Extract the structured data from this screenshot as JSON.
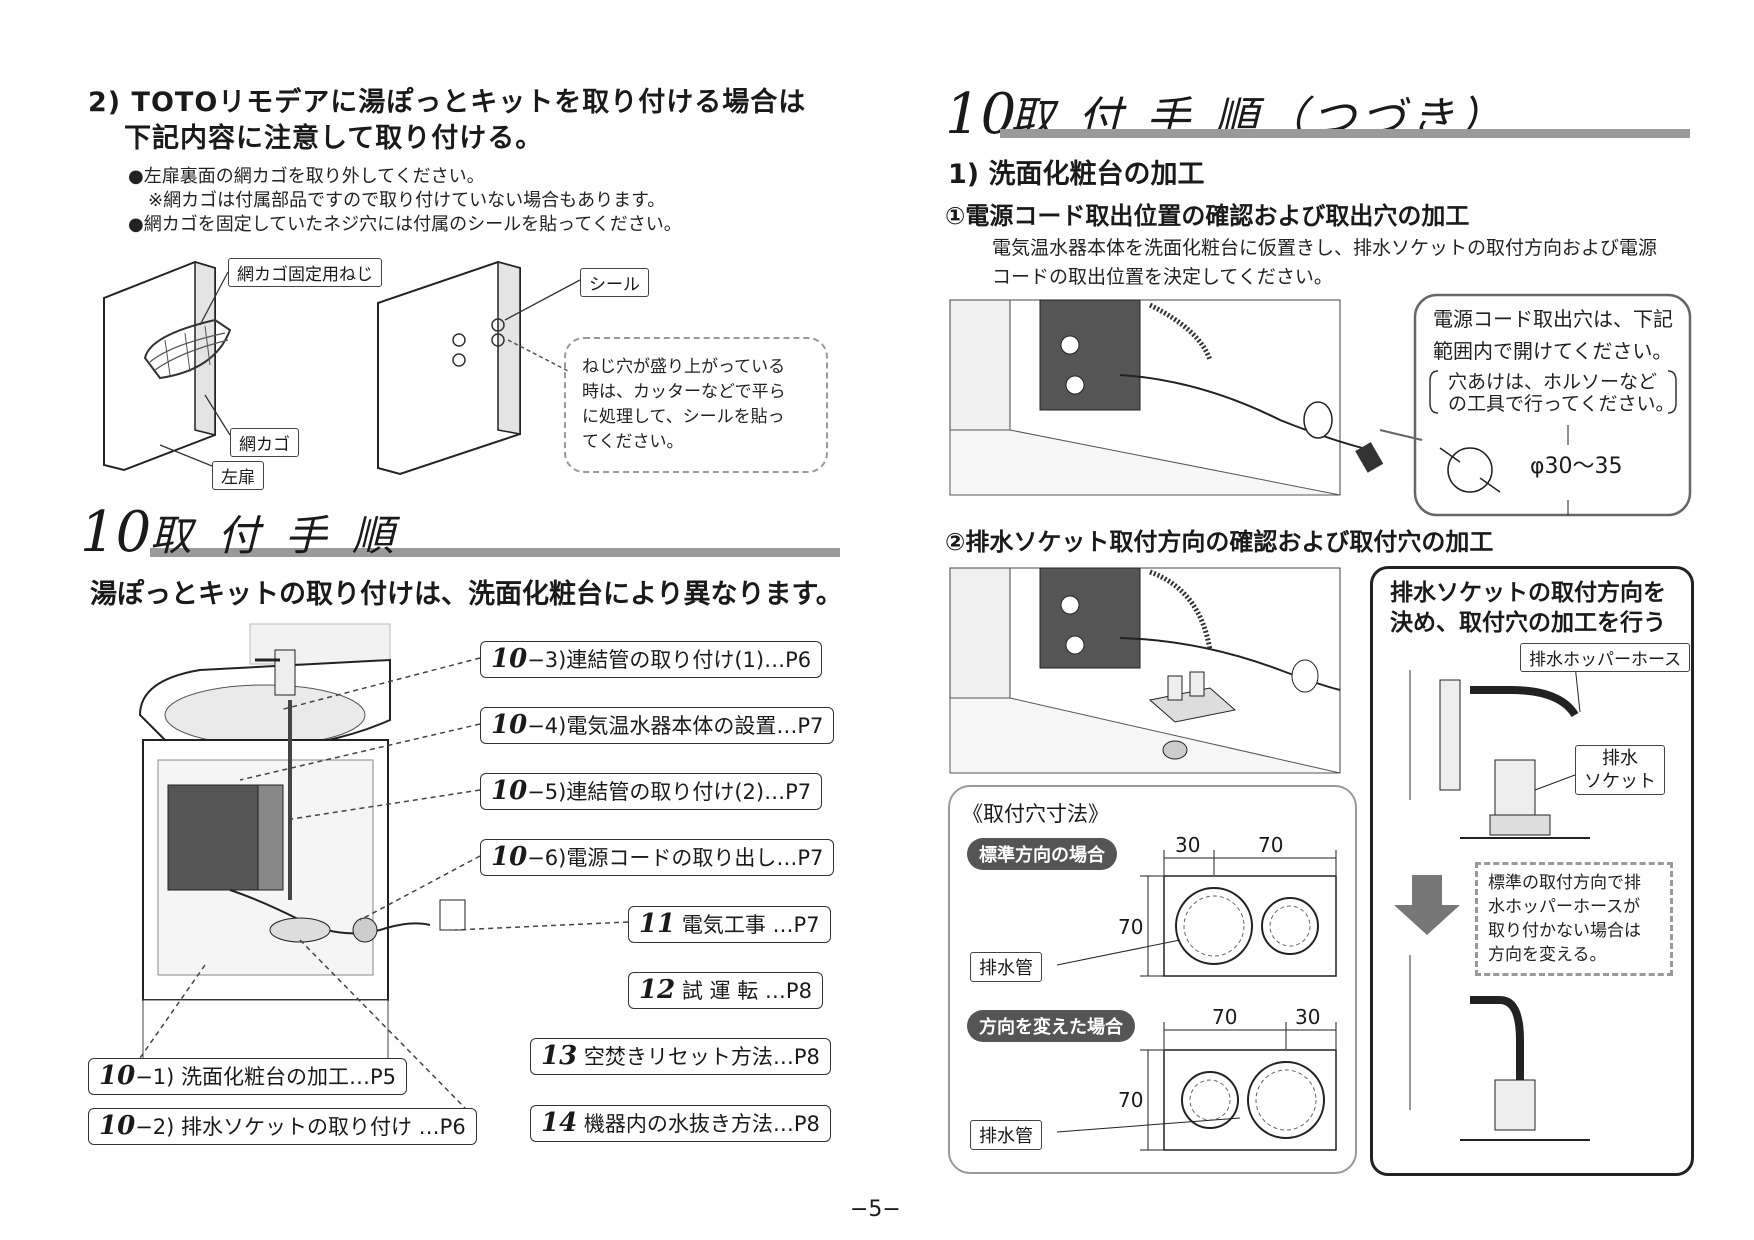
{
  "left": {
    "heading2_line1": "2) TOTOリモデアに湯ぽっとキットを取り付ける場合は",
    "heading2_line2": "下記内容に注意して取り付ける。",
    "notes": [
      "●左扉裏面の網カゴを取り外してください。",
      "※網カゴは付属部品ですので取り付けていない場合もあります。",
      "●網カゴを固定していたネジ穴には付属のシールを貼ってください。"
    ],
    "labels": {
      "screw": "網カゴ固定用ねじ",
      "seal": "シール",
      "basket": "網カゴ",
      "door": "左扉"
    },
    "bubble": [
      "ねじ穴が盛り上がっている",
      "時は、カッターなどで平ら",
      "に処理して、シールを貼っ",
      "てください。"
    ],
    "section_num": "10",
    "section_title": "取 付 手 順",
    "section_lead": "湯ぽっとキットの取り付けは、洗面化粧台により異なります。",
    "steps": [
      {
        "num": "10",
        "text": "−3)連結管の取り付け(1)…P6"
      },
      {
        "num": "10",
        "text": "−4)電気温水器本体の設置…P7"
      },
      {
        "num": "10",
        "text": "−5)連結管の取り付け(2)…P7"
      },
      {
        "num": "10",
        "text": "−6)電源コードの取り出し…P7"
      },
      {
        "num": "11",
        "text": "電気工事 …P7"
      },
      {
        "num": "12",
        "text": "試 運 転 …P8"
      },
      {
        "num": "13",
        "text": "空焚きリセット方法…P8"
      },
      {
        "num": "14",
        "text": "機器内の水抜き方法…P8"
      },
      {
        "num": "10",
        "text": "−1) 洗面化粧台の加工…P5"
      },
      {
        "num": "10",
        "text": "−2) 排水ソケットの取り付け …P6"
      }
    ]
  },
  "right": {
    "section_num": "10",
    "section_title": "取 付 手 順（つづき）",
    "sub1": "1) 洗面化粧台の加工",
    "step1_title": "①電源コード取出位置の確認および取出穴の加工",
    "step1_body": [
      "電気温水器本体を洗面化粧台に仮置きし、排水ソケットの取付方向および電源",
      "コードの取出位置を決定してください。"
    ],
    "cord_box": [
      "電源コード取出穴は、下記",
      "範囲内で開けてください。"
    ],
    "cord_box_inner": [
      "穴あけは、ホルソーなど",
      "の工具で行ってください。"
    ],
    "diameter": "φ30〜35",
    "step2_title": "②排水ソケット取付方向の確認および取付穴の加工",
    "dims_title": "《取付穴寸法》",
    "std_label": "標準方向の場合",
    "chg_label": "方向を変えた場合",
    "dim30": "30",
    "dim70": "70",
    "drain_pipe": "排水管",
    "socket_box_title": [
      "排水ソケットの取付方向を",
      "決め、取付穴の加工を行う"
    ],
    "hopper_hose": "排水ホッパーホース",
    "drain_socket": [
      "排水",
      "ソケット"
    ],
    "change_note": [
      "標準の取付方向で排",
      "水ホッパーホースが",
      "取り付かない場合は",
      "方向を変える。"
    ]
  },
  "page_number": "−5−"
}
